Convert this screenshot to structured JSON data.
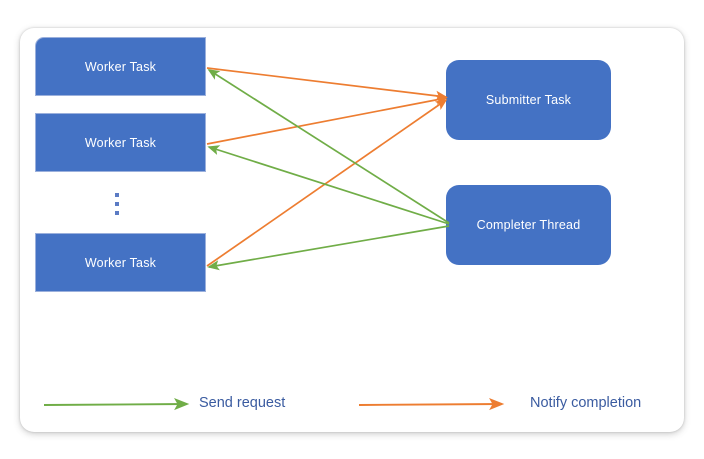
{
  "diagram": {
    "title": "Worker task / Submitter task / Completer thread message flow",
    "background_color": "#FFFFFF",
    "card_color": "#FFFFFF",
    "node_fill": "#4472C4",
    "node_text_color": "#FFFFFF",
    "send_color": "#70AD47",
    "notify_color": "#ED7D31",
    "legend_text_color": "#3A5BA0"
  },
  "workers": [
    {
      "label": "Worker Task"
    },
    {
      "label": "Worker Task"
    },
    {
      "label": "Worker Task"
    }
  ],
  "ellipsis": {
    "name": "vertical-ellipsis",
    "glyph": "⋮",
    "dot_count": 3
  },
  "nodes": {
    "submitter": {
      "label": "Submitter Task"
    },
    "completer": {
      "label": "Completer Thread"
    }
  },
  "legend": {
    "send": {
      "label": "Send request",
      "color": "#70AD47",
      "direction": "completer-thread-to-worker-task"
    },
    "notify": {
      "label": "Notify completion",
      "color": "#ED7D31",
      "direction": "worker-task-to-submitter-task"
    }
  },
  "edges": {
    "notify_completion": [
      {
        "from": "worker-task-1",
        "to": "submitter-task"
      },
      {
        "from": "worker-task-2",
        "to": "submitter-task"
      },
      {
        "from": "worker-task-3",
        "to": "submitter-task"
      }
    ],
    "send_request": [
      {
        "from": "completer-thread",
        "to": "worker-task-1"
      },
      {
        "from": "completer-thread",
        "to": "worker-task-2"
      },
      {
        "from": "completer-thread",
        "to": "worker-task-3"
      }
    ]
  }
}
